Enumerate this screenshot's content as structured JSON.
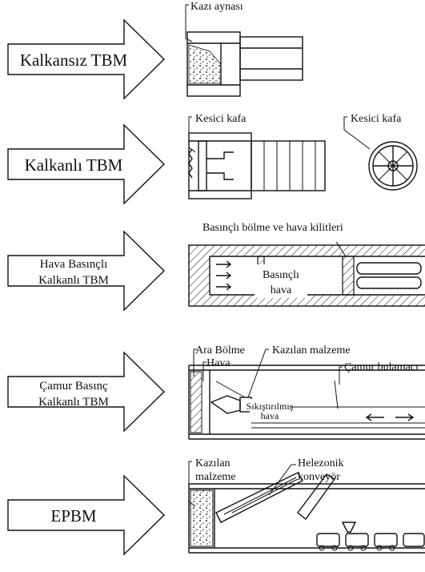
{
  "rows": [
    {
      "arrow_label_lines": [
        "Kalkansız TBM"
      ],
      "callouts": [
        "Kazı aynası"
      ]
    },
    {
      "arrow_label_lines": [
        "Kalkanlı TBM"
      ],
      "callouts": [
        "Kesici kafa",
        "Kesici kafa"
      ]
    },
    {
      "arrow_label_lines": [
        "Hava Basınçlı",
        "Kalkanlı TBM"
      ],
      "callouts": [
        "Basınçlı bölme ve hava kilitleri"
      ],
      "inner_label_lines": [
        "Basınçlı",
        "hava"
      ]
    },
    {
      "arrow_label_lines": [
        "Çamur Basınç",
        "Kalkanlı TBM"
      ],
      "callouts": [
        "Ara Bölme",
        "Hava",
        "Kazılan malzeme",
        "Çamur bulamacı"
      ],
      "inner_label_lines": [
        "Sıkıştırılmış",
        "hava"
      ]
    },
    {
      "arrow_label_lines": [
        "EPBM"
      ],
      "callouts": [
        "Kazılan",
        "malzeme",
        "Helezonik",
        "konveyör"
      ]
    }
  ]
}
